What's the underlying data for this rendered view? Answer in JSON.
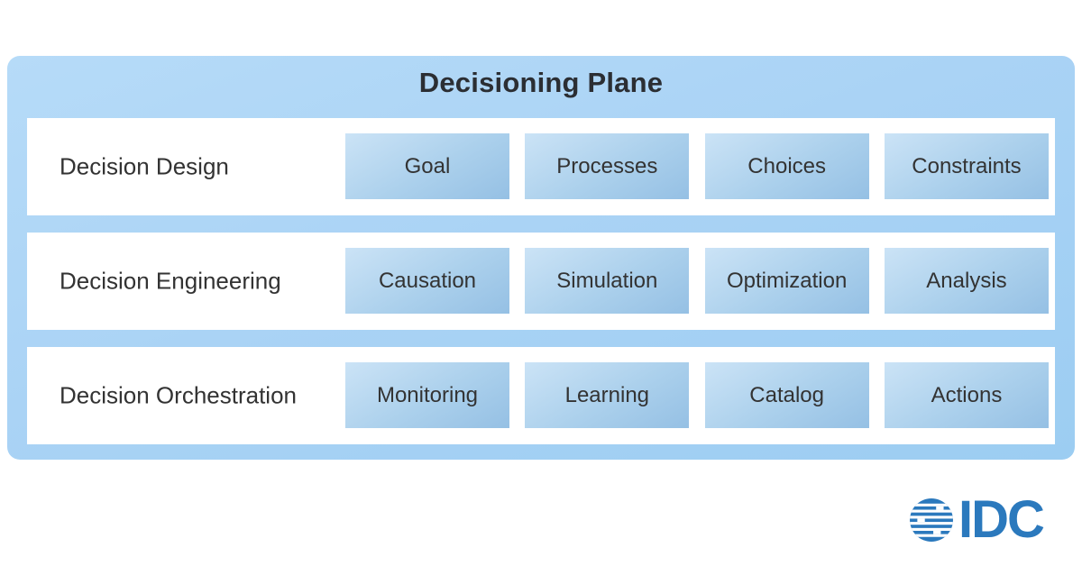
{
  "title": "Decisioning Plane",
  "rows": [
    {
      "label": "Decision Design",
      "chips": [
        "Goal",
        "Processes",
        "Choices",
        "Constraints"
      ]
    },
    {
      "label": "Decision Engineering",
      "chips": [
        "Causation",
        "Simulation",
        "Optimization",
        "Analysis"
      ]
    },
    {
      "label": "Decision Orchestration",
      "chips": [
        "Monitoring",
        "Learning",
        "Catalog",
        "Actions"
      ]
    }
  ],
  "logo": {
    "text": "IDC",
    "icon": "globe-icon"
  },
  "colors": {
    "panel-light": "#b6dbf8",
    "panel-mid": "#aad3f5",
    "panel-dark": "#9ccdf2",
    "chip-light": "#cbe3f6",
    "chip-mid": "#abd0ec",
    "chip-dark": "#95c0e4",
    "title-color": "#2b2e33",
    "text-color": "#333333",
    "logo-blue": "#2b79bd"
  }
}
